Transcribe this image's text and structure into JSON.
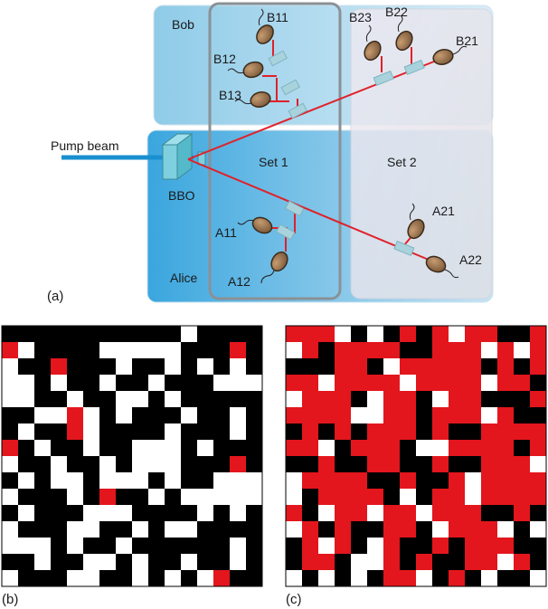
{
  "figure": {
    "panel_labels": {
      "a": "(a)",
      "b": "(b)",
      "c": "(c)"
    },
    "setup": {
      "pump_beam": "Pump beam",
      "crystal": "BBO",
      "bob": "Bob",
      "alice": "Alice",
      "set1": "Set 1",
      "set2": "Set 2",
      "detectors": {
        "B11": "B11",
        "B12": "B12",
        "B13": "B13",
        "B21": "B21",
        "B22": "B22",
        "B23": "B23",
        "A11": "A11",
        "A12": "A12",
        "A21": "A21",
        "A22": "A22"
      },
      "colors": {
        "beam_red": "#e0212a",
        "pump_blue": "#1a8fd0",
        "alice_region": "#4fb1e0",
        "bob_region": "#a9d6ec",
        "set2_region": "#e8e6ec",
        "detector_body": "#9a7450"
      }
    },
    "grids": {
      "legend_colors": {
        "0": "#ffffff",
        "1": "#000000",
        "2": "#e3161d"
      },
      "b": [
        "1111111111101111",
        "2011110000011121",
        "0112111011010101",
        "0010110110111000",
        "0011011001011111",
        "1100201011101101",
        "1011201111011101",
        "2101101100010111",
        "0110110100011121",
        "1010010001011000",
        "0111012110100000",
        "1011100011110101",
        "0111001101001111",
        "0001011011111101",
        "1101100101101101",
        "0111001101010211"
      ],
      "c": [
        "2220101212022112",
        "0212222112220202",
        "1112210222221212",
        "2202222022220221",
        "0222102210221112",
        "2222002212220211",
        "1212122212112222",
        "2201222100222212",
        "1121122112112220",
        "0222211211202222",
        "0122221012202222",
        "2102202202221121",
        "0212112210222010",
        "1202102112122211",
        "1221002121122021",
        "0101012201210110"
      ]
    }
  }
}
